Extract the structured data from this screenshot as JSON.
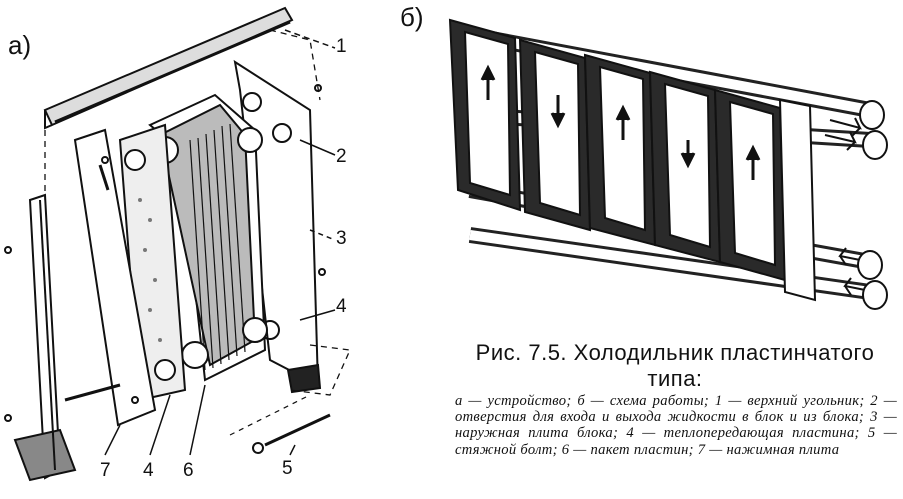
{
  "panels": {
    "a_label": "а)",
    "b_label": "б)"
  },
  "callouts": [
    "1",
    "2",
    "3",
    "4",
    "4",
    "5",
    "6",
    "7"
  ],
  "caption": {
    "title_line1": "Рис. 7.5. Холодильник пластинчатого",
    "title_line2": "типа:",
    "body": "а — устройство; б — схема работы; 1 — верхний угольник; 2 — отверстия для входа и выхода жидкости в блок и из блока; 3 — наружная плита блока; 4 — теплопередающая пластина; 5 — стяжной болт; 6 — пакет пластин; 7 — нажимная плита"
  },
  "colors": {
    "ink": "#111111",
    "paper": "#ffffff",
    "shade": "#2a2a2a"
  }
}
